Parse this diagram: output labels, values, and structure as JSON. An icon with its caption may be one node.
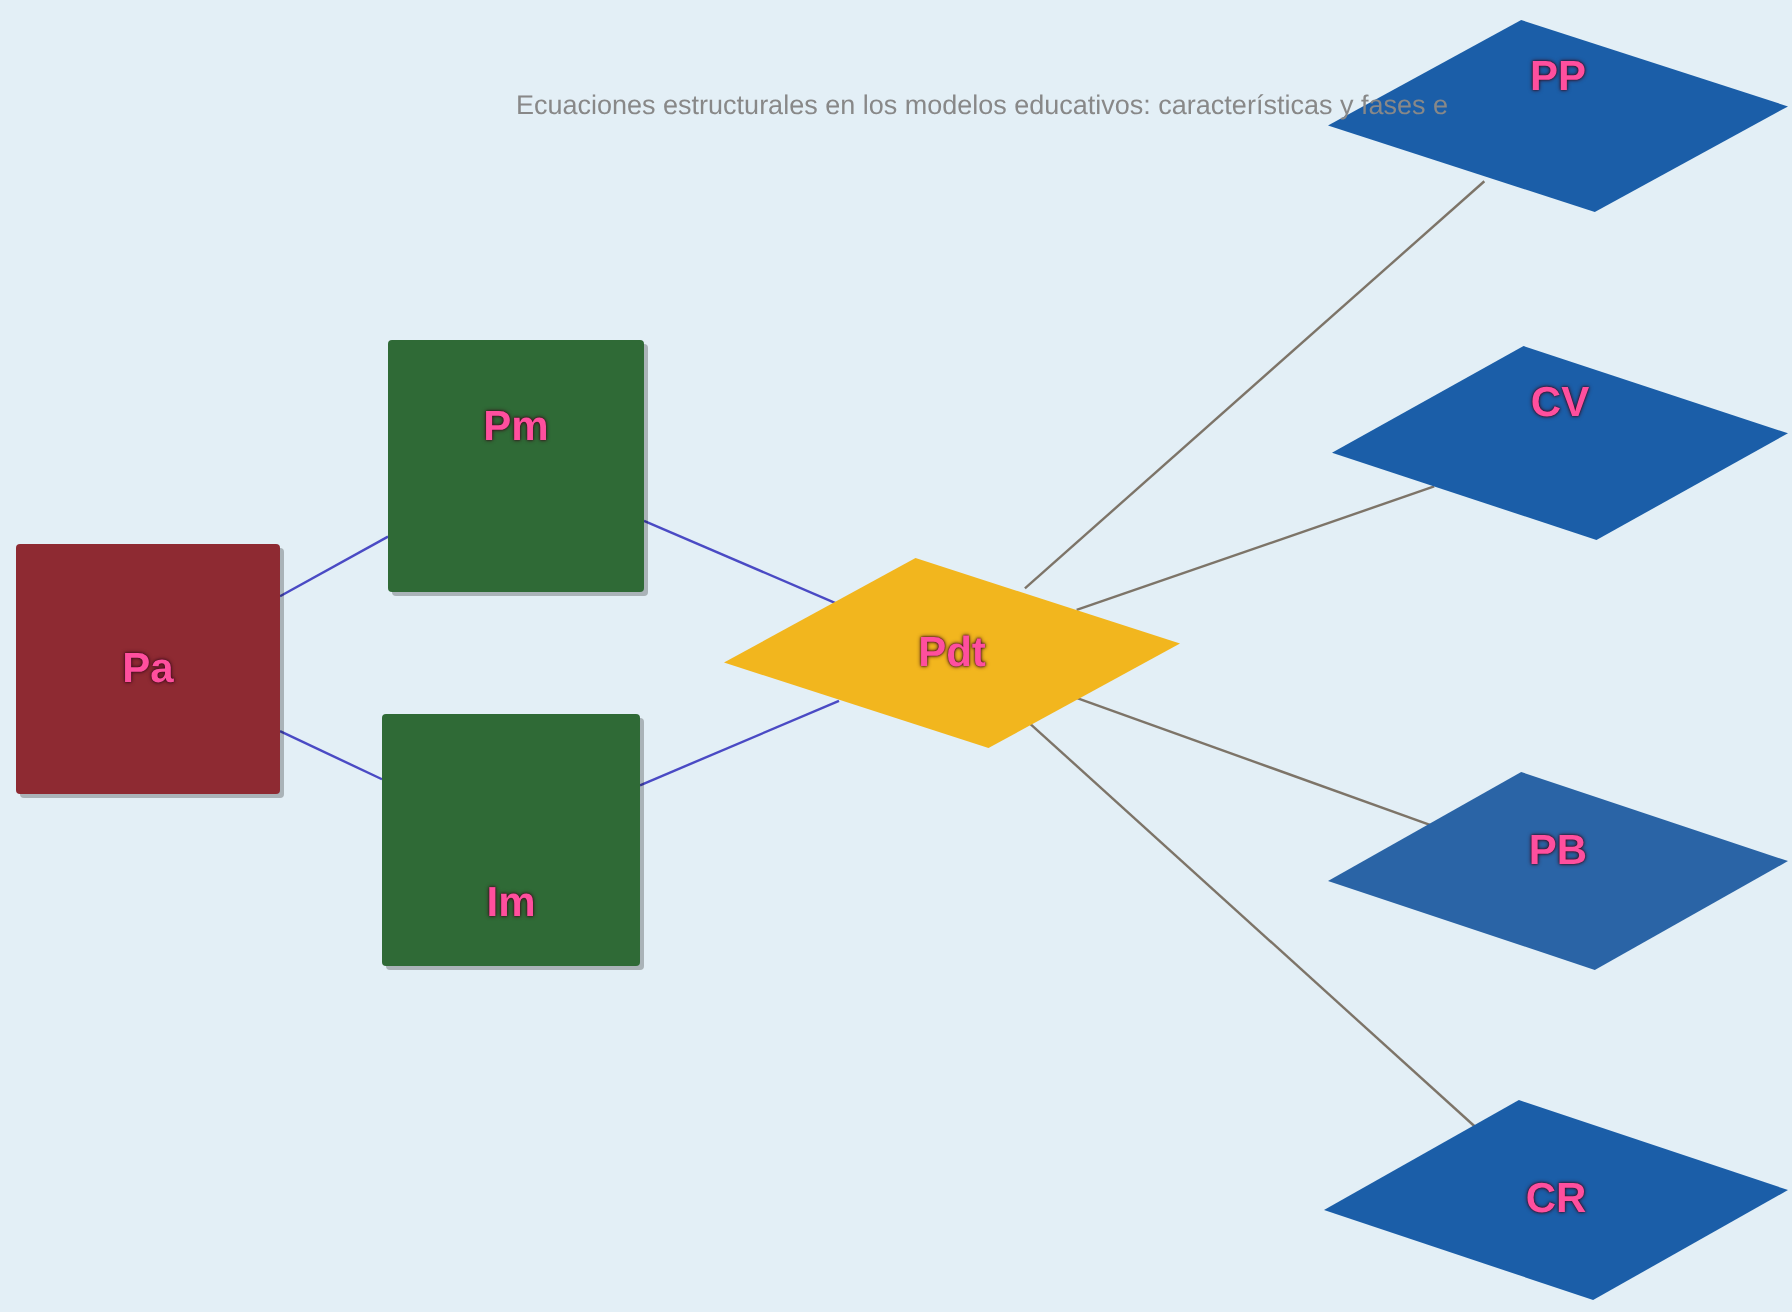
{
  "diagram": {
    "nodes": [
      {
        "text": [
          "Pa"
        ]
      },
      {
        "text": [
          "Pm"
        ]
      },
      {
        "text": [
          "Im"
        ]
      },
      {
        "text": [
          "Pdt"
        ]
      },
      {
        "text": [
          "PP"
        ]
      },
      {
        "text": [
          "CV"
        ]
      },
      {
        "text": [
          "PB"
        ]
      },
      {
        "text": [
          "CR"
        ]
      }
    ],
    "edges": [
      {
        "from": 0,
        "to": 1,
        "arrow": "none",
        "color": "#4a4ac4"
      },
      {
        "from": 0,
        "to": 2,
        "arrow": "none",
        "color": "#4a4ac4"
      },
      {
        "from": 1,
        "to": 3,
        "arrow": "none",
        "color": "#4a4ac4"
      },
      {
        "from": 2,
        "to": 3,
        "arrow": "none",
        "color": "#4a4ac4"
      },
      {
        "from": 3,
        "to": 4,
        "arrow": "none",
        "color": "#7d7468"
      },
      {
        "from": 3,
        "to": 5,
        "arrow": "none",
        "color": "#7d7468"
      },
      {
        "from": 3,
        "to": 6,
        "arrow": "none",
        "color": "#7d7468"
      },
      {
        "from": 3,
        "to": 7,
        "arrow": "none",
        "color": "#7d7468"
      }
    ],
    "labels": [
      "Ecuaciones estructurales en los modelos educativos: características y fases e"
    ]
  }
}
